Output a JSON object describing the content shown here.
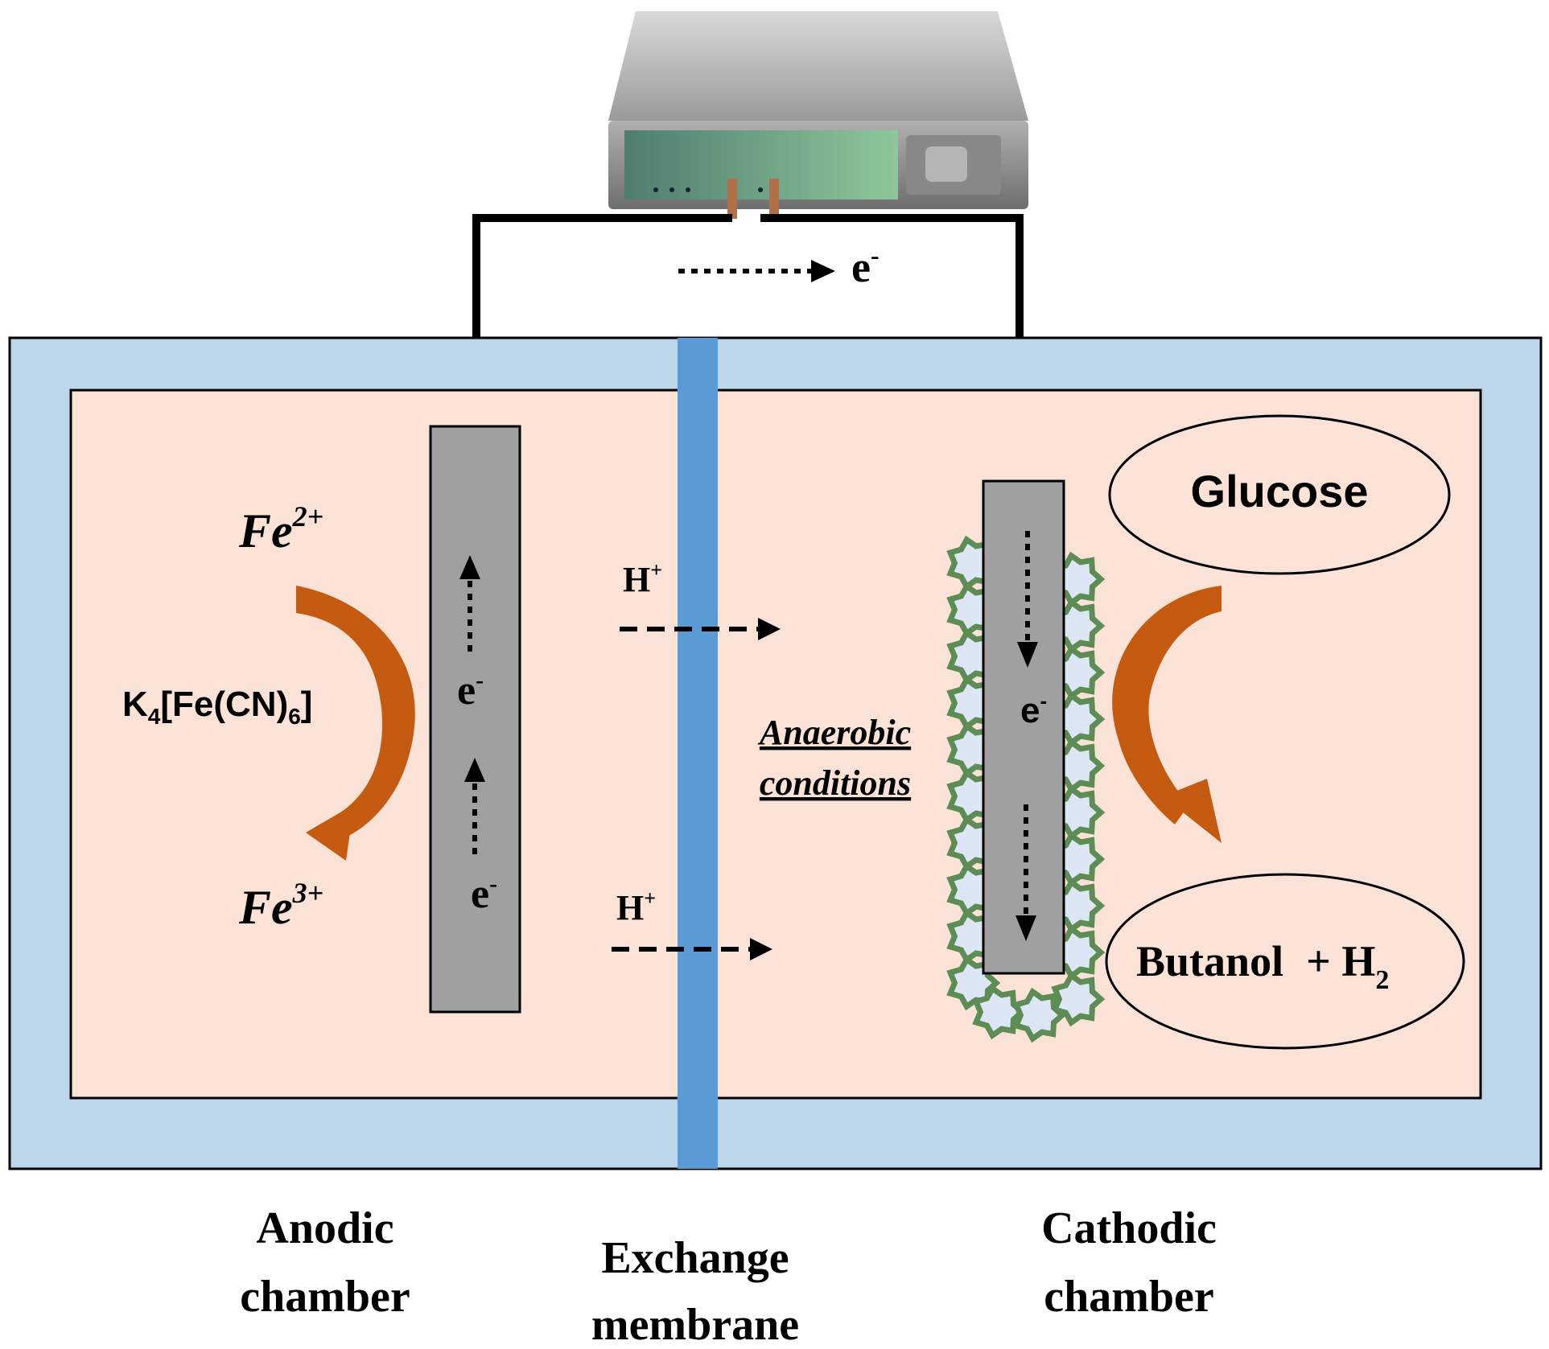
{
  "power_supply": {
    "icon": "power-supply-icon"
  },
  "circuit": {
    "electron_label": "e",
    "electron_sup": "-"
  },
  "anode": {
    "fe2_base": "Fe",
    "fe2_sup": "2+",
    "fe3_base": "Fe",
    "fe3_sup": "3+",
    "mediator": {
      "k": "K",
      "k_sub": "4",
      "middle": "[Fe(CN)",
      "cn_sub": "6",
      "end": "]"
    },
    "electrode_e1": "e",
    "electrode_e1_sup": "-",
    "electrode_e2": "e",
    "electrode_e2_sup": "-"
  },
  "protons": {
    "top": {
      "base": "H",
      "sup": "+"
    },
    "bottom": {
      "base": "H",
      "sup": "+"
    }
  },
  "conditions": {
    "line1": "Anaerobic",
    "line2": "conditions"
  },
  "cathode": {
    "electrode_e": "e",
    "electrode_e_sup": "-",
    "substrate": "Glucose",
    "product": {
      "butanol": "Butanol",
      "plus": "+ H",
      "h2_sub": "2"
    }
  },
  "labels": {
    "anodic_1": "Anodic",
    "anodic_2": "chamber",
    "membrane_1": "Exchange",
    "membrane_2": "membrane",
    "cathodic_1": "Cathodic",
    "cathodic_2": "chamber"
  },
  "colors": {
    "outer_tank": "#bcd6ec",
    "inner_chamber": "#fae3d6",
    "membrane": "#5b9bd5",
    "electrode": "#a0a0a0",
    "arrow_orange": "#c55a11",
    "biofilm": "#5e8c55",
    "biofilm_fill": "#dce6f4"
  }
}
